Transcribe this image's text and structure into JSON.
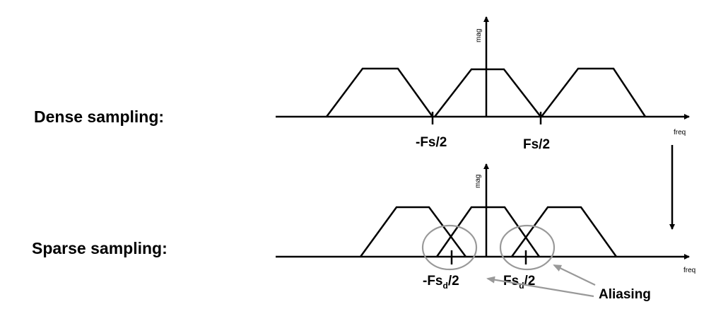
{
  "dense": {
    "label": "Dense sampling:",
    "axis_y": "mag",
    "axis_x": "freq",
    "tick_neg": "-Fs/2",
    "tick_pos": "Fs/2"
  },
  "sparse": {
    "label": "Sparse sampling:",
    "axis_y": "mag",
    "axis_x": "freq",
    "tick_neg_prefix": "-Fs",
    "tick_pos_prefix": "Fs",
    "tick_sub": "d",
    "tick_suffix": "/2",
    "annotation": "Aliasing"
  }
}
